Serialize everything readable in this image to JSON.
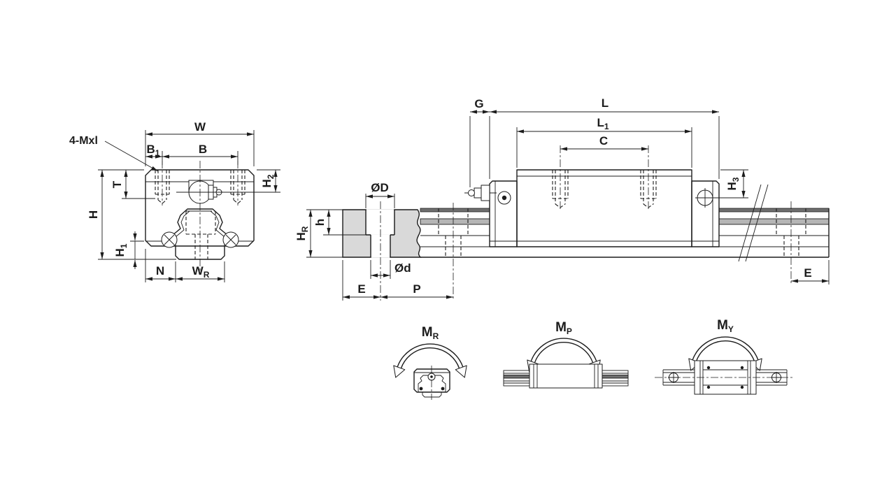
{
  "colors": {
    "line_color": "#1c1c1c",
    "paper": "#ffffff",
    "section_fill": "#d9d9d9",
    "rail_strip": "#6f6f6f",
    "band_fill": "#b5b5b5"
  },
  "views": {
    "front": {
      "note_screws": "4-Mxl",
      "dim_w": "W",
      "dim_b": "B",
      "dim_b1": {
        "main": "B",
        "sub": "1"
      },
      "dim_t": "T",
      "dim_h": "H",
      "dim_h1": {
        "main": "H",
        "sub": "1"
      },
      "dim_h2": {
        "main": "H",
        "sub": "2"
      },
      "dim_n": "N",
      "dim_wr": {
        "main": "W",
        "sub": "R"
      }
    },
    "section": {
      "dim_od_counterbore": "ØD",
      "dim_od_through": "Ød",
      "dim_h_depth": "h",
      "dim_hr": {
        "main": "H",
        "sub": "R"
      },
      "dim_e": "E",
      "dim_p": "P"
    },
    "side": {
      "dim_g": "G",
      "dim_l": "L",
      "dim_l1": {
        "main": "L",
        "sub": "1"
      },
      "dim_c": "C",
      "dim_h3": {
        "main": "H",
        "sub": "3"
      },
      "dim_e": "E"
    },
    "moments": {
      "roll": {
        "main": "M",
        "sub": "R"
      },
      "pitch": {
        "main": "M",
        "sub": "P"
      },
      "yaw": {
        "main": "M",
        "sub": "Y"
      }
    }
  }
}
